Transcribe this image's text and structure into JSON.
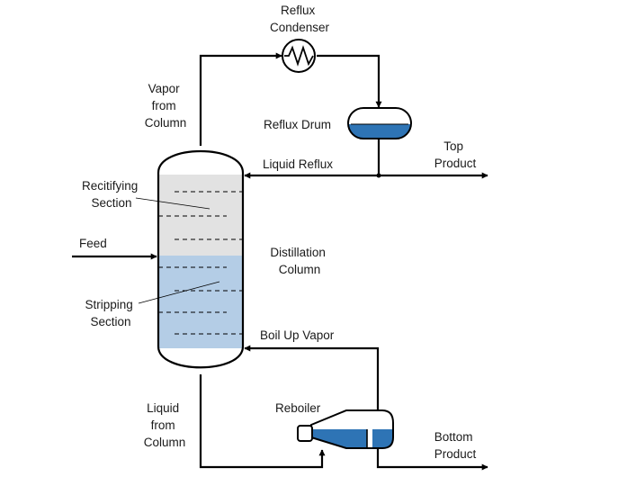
{
  "labels": {
    "reflux_condenser": [
      "Reflux",
      "Condenser"
    ],
    "vapor_from_column": [
      "Vapor",
      "from",
      "Column"
    ],
    "reflux_drum": "Reflux Drum",
    "top_product": [
      "Top",
      "Product"
    ],
    "liquid_reflux": "Liquid Reflux",
    "rectifying_section": [
      "Recitifying",
      "Section"
    ],
    "feed": "Feed",
    "distillation_column": [
      "Distillation",
      "Column"
    ],
    "stripping_section": [
      "Stripping",
      "Section"
    ],
    "boil_up_vapor": "Boil Up Vapor",
    "liquid_from_column": [
      "Liquid",
      "from",
      "Column"
    ],
    "reboiler": "Reboiler",
    "bottom_product": [
      "Bottom",
      "Product"
    ]
  },
  "colors": {
    "liquid": "#2e74b5",
    "stripping_fill": "#b4cde6",
    "rectifying_fill": "#e2e2e2",
    "line": "#000000"
  }
}
